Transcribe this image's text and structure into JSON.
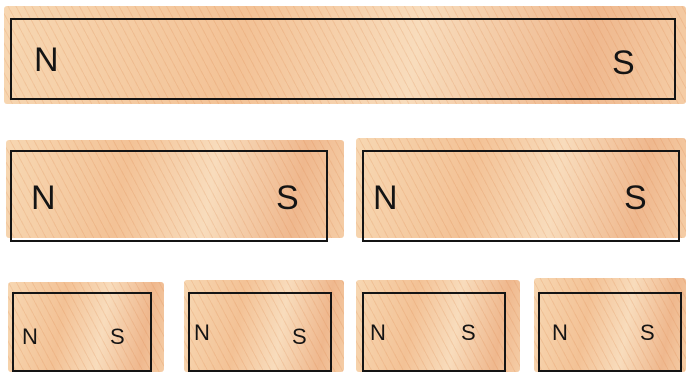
{
  "colors": {
    "wash": "#f3c296",
    "outline": "#141414",
    "pencil_hatch": "#d6783c"
  },
  "magnets": [
    {
      "north": "N",
      "south": "S"
    },
    {
      "north": "N",
      "south": "S"
    },
    {
      "north": "N",
      "south": "S"
    },
    {
      "north": "N",
      "south": "S"
    },
    {
      "north": "N",
      "south": "S"
    },
    {
      "north": "N",
      "south": "S"
    },
    {
      "north": "N",
      "south": "S"
    }
  ]
}
